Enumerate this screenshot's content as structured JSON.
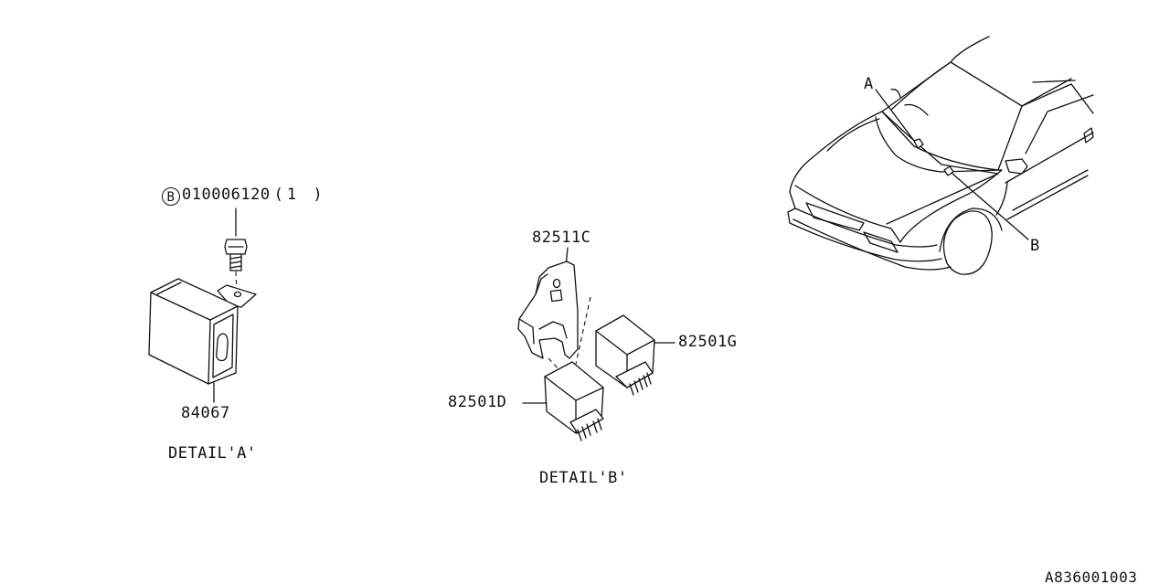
{
  "detail_a": {
    "bolt_callout_symbol": "B",
    "bolt_part_number": "010006120",
    "bolt_qty_note": "(1 )",
    "unit_part_number": "84067",
    "title": "DETAIL'A'"
  },
  "detail_b": {
    "bracket_part_number": "82511C",
    "relay_upper_part_number": "82501G",
    "relay_lower_part_number": "82501D",
    "title": "DETAIL'B'"
  },
  "vehicle_view": {
    "location_a_label": "A",
    "location_b_label": "B"
  },
  "diagram_id": "A836001003"
}
